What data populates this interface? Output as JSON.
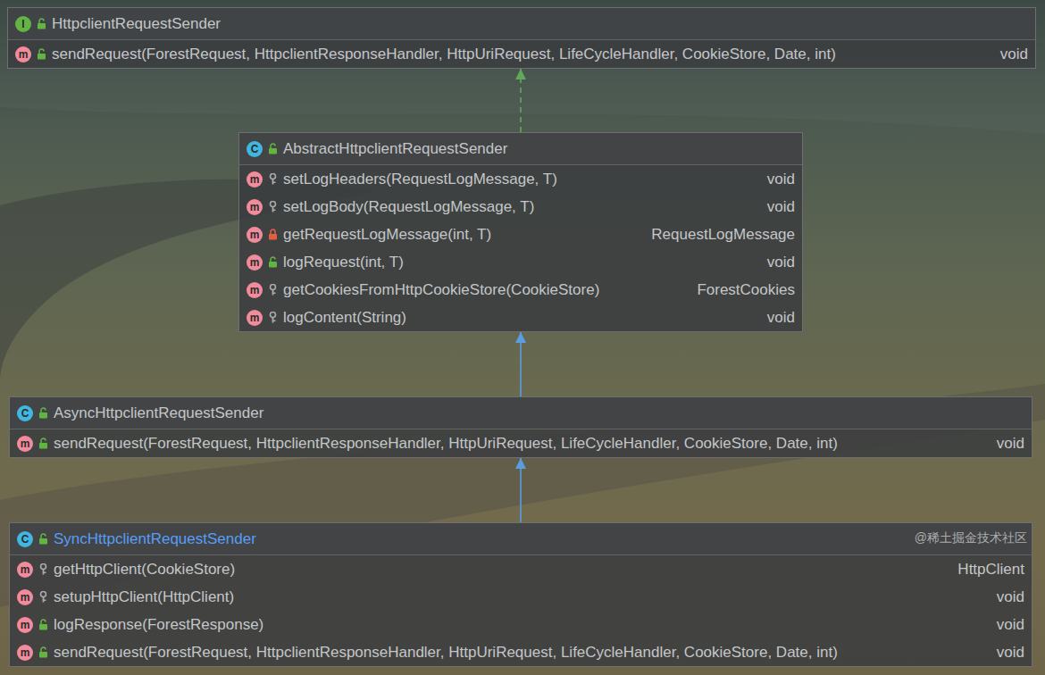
{
  "diagram": {
    "nodes": [
      {
        "text": [
          "I",
          "HttpclientRequestSender",
          "m",
          "sendRequest(ForestRequest, HttpclientResponseHandler, HttpUriRequest, LifeCycleHandler, CookieStore, Date, int)",
          "void"
        ]
      },
      {
        "text": [
          "C",
          "AbstractHttpclientRequestSender",
          "m",
          "setLogHeaders(RequestLogMessage, T)",
          "void",
          "m",
          "setLogBody(RequestLogMessage, T)",
          "void",
          "m",
          "getRequestLogMessage(int, T)",
          "RequestLogMessage",
          "m",
          "logRequest(int, T)",
          "void",
          "m",
          "getCookiesFromHttpCookieStore(CookieStore)",
          "ForestCookies",
          "m",
          "logContent(String)",
          "void"
        ]
      },
      {
        "text": [
          "C",
          "AsyncHttpclientRequestSender",
          "m",
          "sendRequest(ForestRequest, HttpclientResponseHandler, HttpUriRequest, LifeCycleHandler, CookieStore, Date, int)",
          "void"
        ]
      },
      {
        "text": [
          "C",
          "SyncHttpclientRequestSender",
          "m",
          "getHttpClient(CookieStore)",
          "HttpClient",
          "m",
          "setupHttpClient(HttpClient)",
          "void",
          "m",
          "logResponse(ForestResponse)",
          "void",
          "m",
          "sendRequest(ForestRequest, HttpclientResponseHandler, HttpUriRequest, LifeCycleHandler, CookieStore, Date, int)",
          "void"
        ]
      }
    ],
    "edges": [
      {
        "from": 1,
        "to": 0,
        "arrow": "to"
      },
      {
        "from": 2,
        "to": 1,
        "arrow": "to"
      },
      {
        "from": 3,
        "to": 2,
        "arrow": "to"
      }
    ],
    "labels": [
      "@稀土掘金技术社区"
    ]
  }
}
